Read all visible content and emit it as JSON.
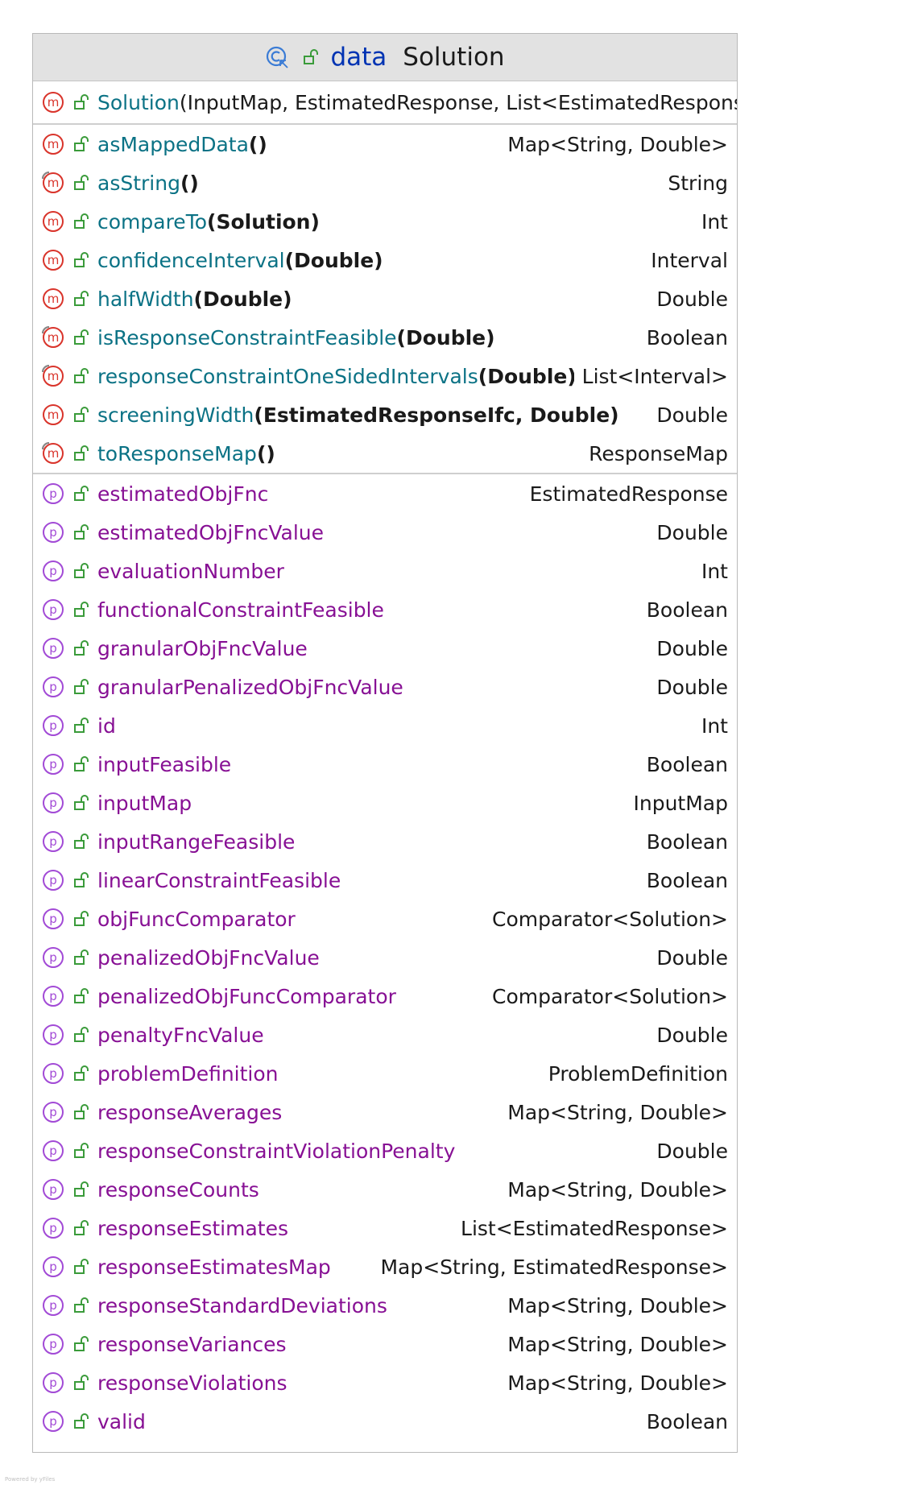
{
  "header": {
    "keyword": "data",
    "class_name": "Solution"
  },
  "constructor": {
    "name": "Solution",
    "params": "(InputMap, EstimatedResponse, List<EstimatedResponse"
  },
  "methods": [
    {
      "name": "asMappedData",
      "params": "()",
      "type": "Map<String, Double>",
      "abstract": false
    },
    {
      "name": "asString",
      "params": "()",
      "type": "String",
      "abstract": true
    },
    {
      "name": "compareTo",
      "params": "(Solution)",
      "type": "Int",
      "abstract": false
    },
    {
      "name": "confidenceInterval",
      "params": "(Double)",
      "type": "Interval",
      "abstract": false
    },
    {
      "name": "halfWidth",
      "params": "(Double)",
      "type": "Double",
      "abstract": false
    },
    {
      "name": "isResponseConstraintFeasible",
      "params": "(Double)",
      "type": "Boolean",
      "abstract": true
    },
    {
      "name": "responseConstraintOneSidedIntervals",
      "params": "(Double)",
      "type": "List<Interval>",
      "abstract": true
    },
    {
      "name": "screeningWidth",
      "params": "(EstimatedResponseIfc, Double)",
      "type": "Double",
      "abstract": false
    },
    {
      "name": "toResponseMap",
      "params": "()",
      "type": "ResponseMap",
      "abstract": true
    }
  ],
  "properties": [
    {
      "name": "estimatedObjFnc",
      "type": "EstimatedResponse"
    },
    {
      "name": "estimatedObjFncValue",
      "type": "Double"
    },
    {
      "name": "evaluationNumber",
      "type": "Int"
    },
    {
      "name": "functionalConstraintFeasible",
      "type": "Boolean"
    },
    {
      "name": "granularObjFncValue",
      "type": "Double"
    },
    {
      "name": "granularPenalizedObjFncValue",
      "type": "Double"
    },
    {
      "name": "id",
      "type": "Int"
    },
    {
      "name": "inputFeasible",
      "type": "Boolean"
    },
    {
      "name": "inputMap",
      "type": "InputMap"
    },
    {
      "name": "inputRangeFeasible",
      "type": "Boolean"
    },
    {
      "name": "linearConstraintFeasible",
      "type": "Boolean"
    },
    {
      "name": "objFuncComparator",
      "type": "Comparator<Solution>"
    },
    {
      "name": "penalizedObjFncValue",
      "type": "Double"
    },
    {
      "name": "penalizedObjFuncComparator",
      "type": "Comparator<Solution>"
    },
    {
      "name": "penaltyFncValue",
      "type": "Double"
    },
    {
      "name": "problemDefinition",
      "type": "ProblemDefinition"
    },
    {
      "name": "responseAverages",
      "type": "Map<String, Double>"
    },
    {
      "name": "responseConstraintViolationPenalty",
      "type": "Double"
    },
    {
      "name": "responseCounts",
      "type": "Map<String, Double>"
    },
    {
      "name": "responseEstimates",
      "type": "List<EstimatedResponse>"
    },
    {
      "name": "responseEstimatesMap",
      "type": "Map<String, EstimatedResponse>"
    },
    {
      "name": "responseStandardDeviations",
      "type": "Map<String, Double>"
    },
    {
      "name": "responseVariances",
      "type": "Map<String, Double>"
    },
    {
      "name": "responseViolations",
      "type": "Map<String, Double>"
    },
    {
      "name": "valid",
      "type": "Boolean"
    }
  ],
  "icons": {
    "header": [
      "class-icon",
      "public-icon"
    ],
    "method": "method-icon",
    "property": "property-icon",
    "visibility": "public-icon"
  },
  "colors": {
    "method_name": "#0b7285",
    "property_name": "#871094",
    "keyword": "#0033b3",
    "method_icon": "#d9342b",
    "property_icon": "#a24ad6",
    "lock": "#3a9b3a",
    "header_bg": "#e2e2e2"
  },
  "footer": "Powered by yFiles"
}
